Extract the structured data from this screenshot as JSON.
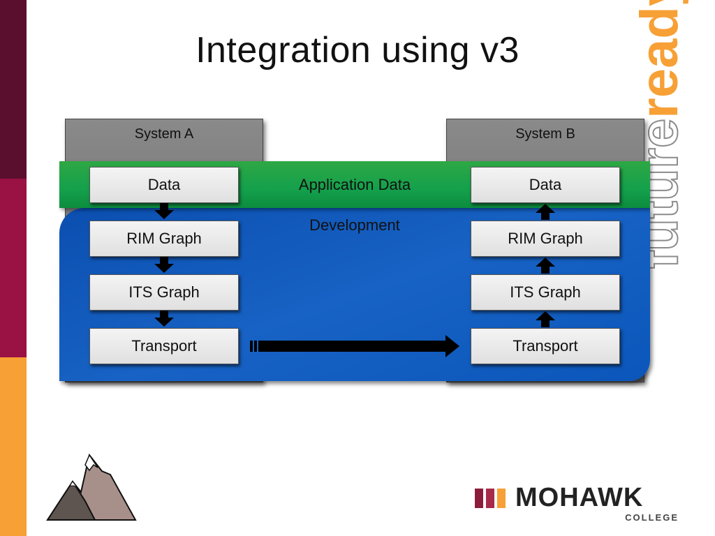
{
  "slide": {
    "title": "Integration using v3",
    "side_colors": [
      "#5b0f2e",
      "#9a1144",
      "#f7a036"
    ]
  },
  "branding": {
    "futureready": {
      "future": "future",
      "ready": "ready"
    },
    "college_name": "MOHAWK",
    "college_sub": "COLLEGE",
    "accent_color": "#f7a036",
    "logo_bar_color": "#8c1d3a"
  },
  "diagram": {
    "system_a": {
      "title": "System A"
    },
    "system_b": {
      "title": "System B"
    },
    "band_application": "Application Data",
    "band_development": "Development",
    "band_colors": {
      "application": "#14a04c",
      "development": "#1762c4"
    },
    "layers_a": [
      "Data",
      "RIM Graph",
      "ITS Graph",
      "Transport"
    ],
    "layers_b": [
      "Data",
      "RIM Graph",
      "ITS Graph",
      "Transport"
    ],
    "flow_a": "down",
    "flow_b": "up",
    "transport_link": "System A Transport to System B Transport"
  }
}
